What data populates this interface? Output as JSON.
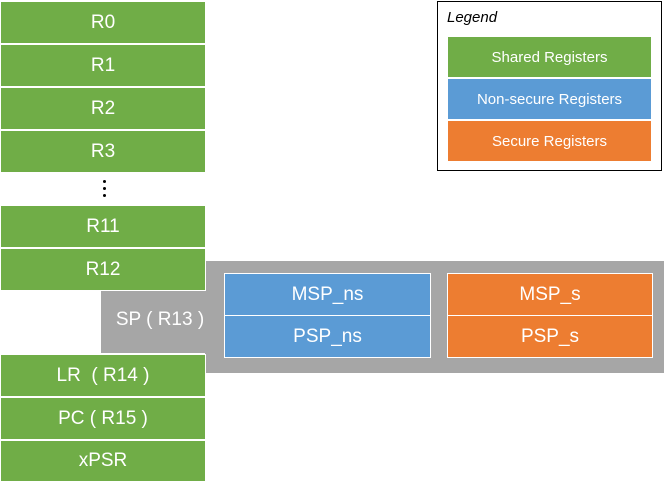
{
  "registers": {
    "r0": "R0",
    "r1": "R1",
    "r2": "R2",
    "r3": "R3",
    "r11": "R11",
    "r12": "R12",
    "sp": "SP ( R13 )",
    "lr": "LR  ( R14 )",
    "pc": "PC ( R15 )",
    "xpsr": "xPSR"
  },
  "stack_pointers": {
    "msp_ns": "MSP_ns",
    "psp_ns": "PSP_ns",
    "msp_s": "MSP_s",
    "psp_s": "PSP_s"
  },
  "legend": {
    "title": "Legend",
    "items": [
      {
        "label": "Shared Registers",
        "color": "#70ad47"
      },
      {
        "label": "Non-secure Registers",
        "color": "#5b9bd5"
      },
      {
        "label": "Secure Registers",
        "color": "#ed7d31"
      }
    ]
  },
  "colors": {
    "shared": "#70ad47",
    "non_secure": "#5b9bd5",
    "secure": "#ed7d31",
    "banked_background": "#a6a6a6"
  }
}
